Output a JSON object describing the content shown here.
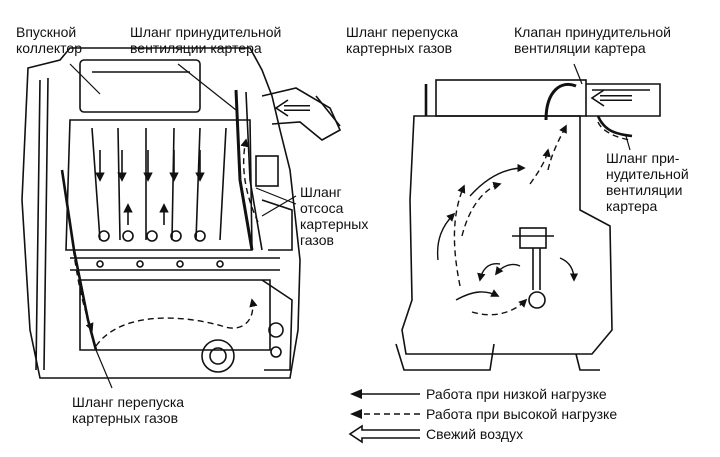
{
  "labels": {
    "intake_manifold": [
      "Впускной",
      "коллектор"
    ],
    "pcv_hose_top": [
      "Шланг принудительной",
      "вентиляции картера"
    ],
    "suction_hose": [
      "Шланг",
      "отсоса",
      "картерных",
      "газов"
    ],
    "bypass_hose_bottom": [
      "Шланг перепуска",
      "картерных газов"
    ],
    "bypass_hose_top": [
      "Шланг перепуска",
      "картерных газов"
    ],
    "pcv_valve": [
      "Клапан принудительной",
      "вентиляции картера"
    ],
    "pcv_hose_right": [
      "Шланг при-",
      "нудительной",
      "вентиляции",
      "картера"
    ]
  },
  "legend": [
    {
      "style": "solid",
      "label": "Работа при низкой нагрузке"
    },
    {
      "style": "dashed",
      "label": "Работа при высокой нагрузке"
    },
    {
      "style": "hollow",
      "label": "Свежий воздух"
    }
  ],
  "colors": {
    "ink": "#111111",
    "paper": "#ffffff"
  }
}
